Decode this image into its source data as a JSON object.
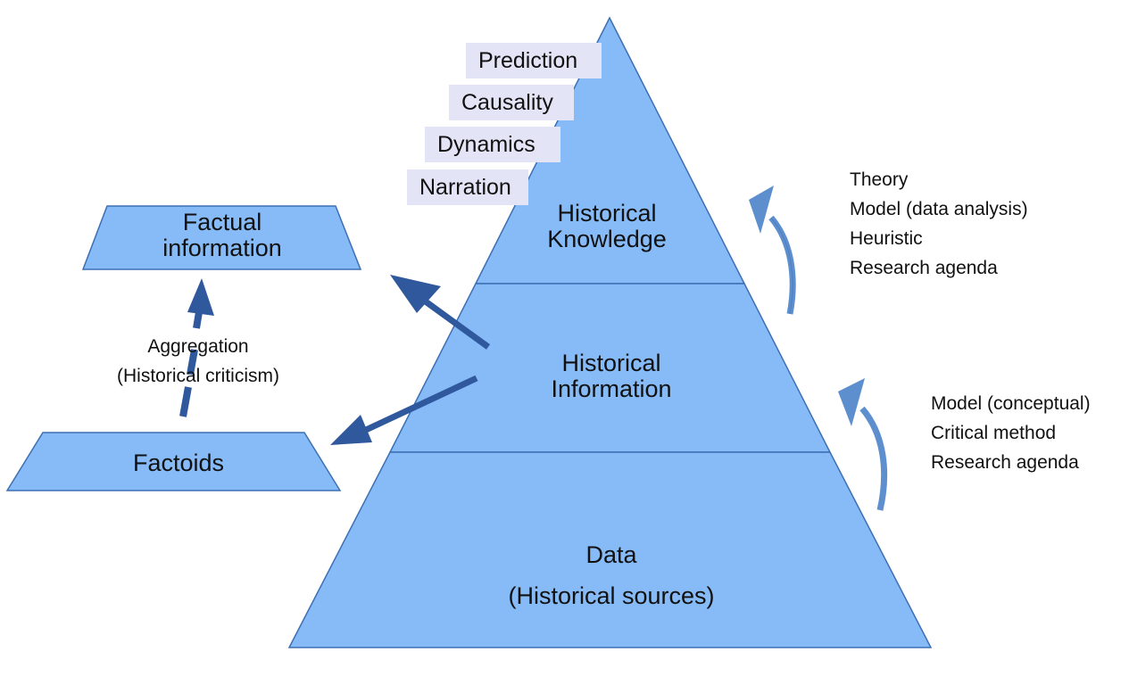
{
  "colors": {
    "fill": "#86bbf7",
    "stroke": "#3d6fb3",
    "arrow": "#2f589d",
    "curved_arrow": "#5d8fcf",
    "tag_bg": "#e4e4f7"
  },
  "pyramid": {
    "top_label": [
      "Historical",
      "Knowledge"
    ],
    "middle_label": [
      "Historical",
      "Information"
    ],
    "bottom_label": [
      "Data",
      "(Historical sources)"
    ]
  },
  "tags": [
    "Prediction",
    "Causality",
    "Dynamics",
    "Narration"
  ],
  "factual_information": [
    "Factual",
    "information"
  ],
  "factoids": "Factoids",
  "aggregation": [
    "Aggregation",
    "(Historical criticism)"
  ],
  "upper_right_list": [
    "Theory",
    "Model (data analysis)",
    "Heuristic",
    "Research agenda"
  ],
  "lower_right_list": [
    "Model (conceptual)",
    "Critical method",
    "Research agenda"
  ]
}
